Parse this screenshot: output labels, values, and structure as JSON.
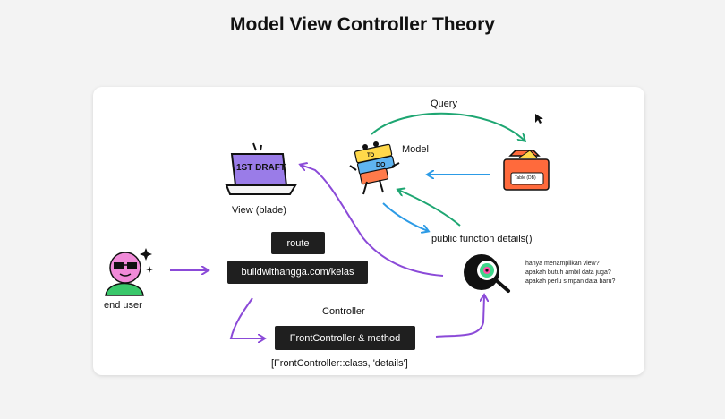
{
  "title": "Model View Controller Theory",
  "labels": {
    "query": "Query",
    "model": "Model",
    "view": "View (blade)",
    "end_user": "end user",
    "controller": "Controller",
    "public_function": "public function details()",
    "route_code": "[FrontController::class, 'details']"
  },
  "boxes": {
    "route": "route",
    "url": "buildwithangga.com/kelas",
    "front_controller": "FrontController & method"
  },
  "questions": [
    "hanya menampilkan view?",
    "apakah butuh ambil data juga?",
    "apakah perlu simpan data baru?"
  ],
  "icons": {
    "draft": "1ST DRAFT",
    "todo_top": "TO",
    "todo_bottom": "DO",
    "table": "Table (DB)"
  },
  "colors": {
    "purple_arrow": "#8b4ad8",
    "green_arrow": "#1ea672",
    "blue_arrow": "#2c9be6"
  }
}
